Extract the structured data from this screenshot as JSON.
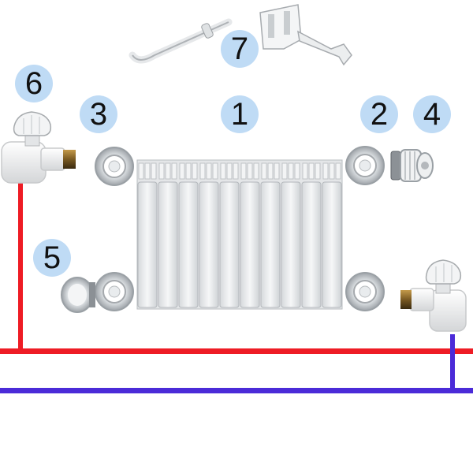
{
  "labels": {
    "radiator": "1",
    "plug_right": "2",
    "plug_left": "3",
    "air_vent": "4",
    "end_cap": "5",
    "ball_valve": "6",
    "bracket": "7"
  },
  "colors": {
    "supply_pipe": "#ee1c25",
    "return_pipe": "#4b2bd8",
    "badge_fill": "#bfdbf5"
  }
}
